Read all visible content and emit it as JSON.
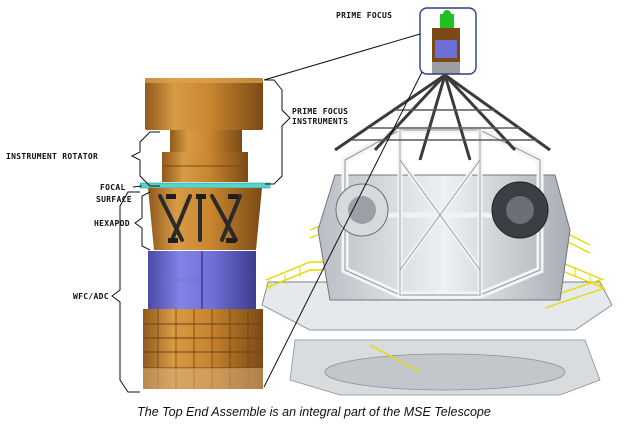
{
  "labels": {
    "prime_focus": "PRIME FOCUS",
    "prime_focus_instruments": [
      "PRIME FOCUS",
      "INSTRUMENTS"
    ],
    "instrument_rotator": "INSTRUMENT ROTATOR",
    "focal_surface": [
      "FOCAL",
      "SURFACE"
    ],
    "hexapod": "HEXAPOD",
    "wfc_adc": "WFC/ADC"
  },
  "caption": "The Top End Assemble is an integral part of the MSE Telescope",
  "colors": {
    "copper": "#c9852f",
    "copper_dark": "#8f5a1c",
    "copper_light": "#e0a552",
    "purple": "#6f6fd6",
    "purple_dark": "#4a4aa8",
    "focal_plate": "#58d3c8",
    "structure": "#d9dde0",
    "steel_dark": "#3a3a3a",
    "railing": "#e8d800",
    "pf_box": "#2c3e8a"
  }
}
